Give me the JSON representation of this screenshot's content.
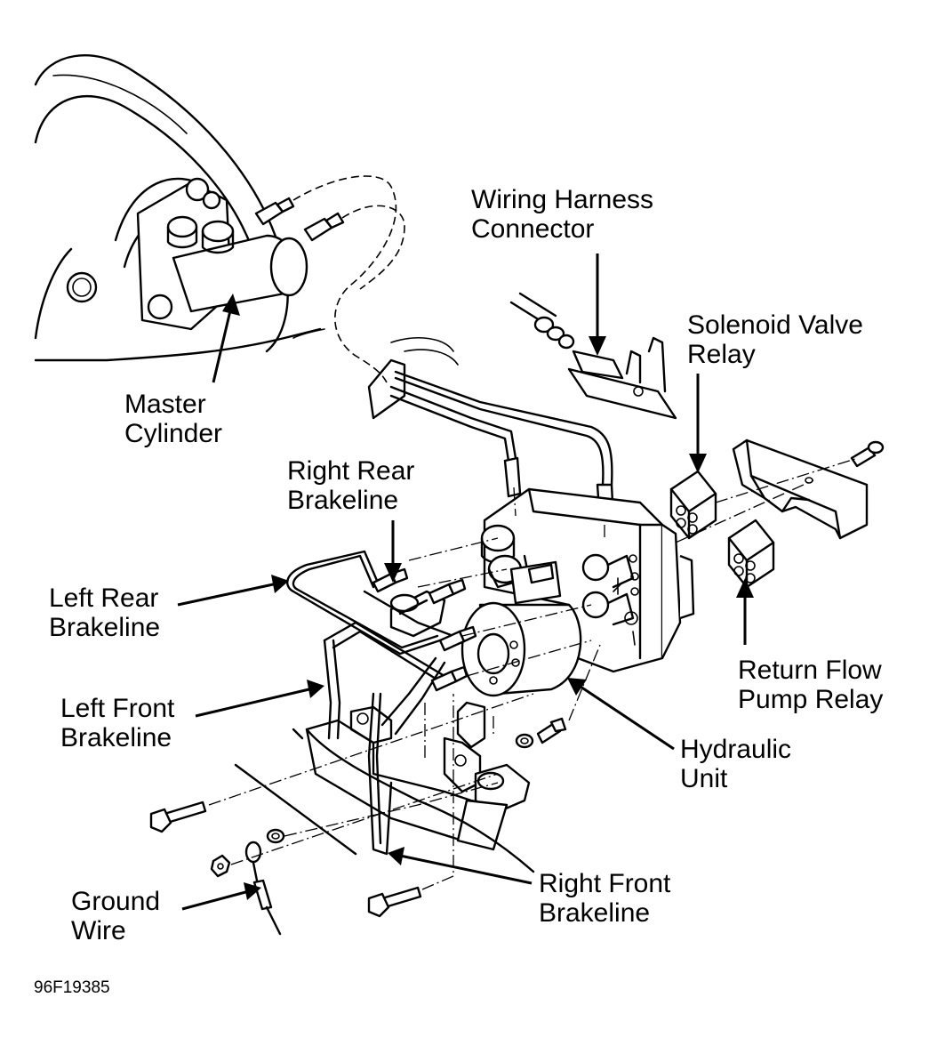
{
  "labels": {
    "wiring_harness_connector": [
      "Wiring Harness",
      "Connector"
    ],
    "solenoid_valve_relay": [
      "Solenoid Valve",
      "Relay"
    ],
    "master_cylinder": [
      "Master",
      "Cylinder"
    ],
    "right_rear_brakeline": [
      "Right Rear",
      "Brakeline"
    ],
    "left_rear_brakeline": [
      "Left Rear",
      "Brakeline"
    ],
    "left_front_brakeline": [
      "Left Front",
      "Brakeline"
    ],
    "return_flow_pump_relay": [
      "Return Flow",
      "Pump Relay"
    ],
    "hydraulic_unit": [
      "Hydraulic",
      "Unit"
    ],
    "right_front_brakeline": [
      "Right Front",
      "Brakeline"
    ],
    "ground_wire": [
      "Ground",
      "Wire"
    ]
  },
  "figure_code": "96F19385"
}
